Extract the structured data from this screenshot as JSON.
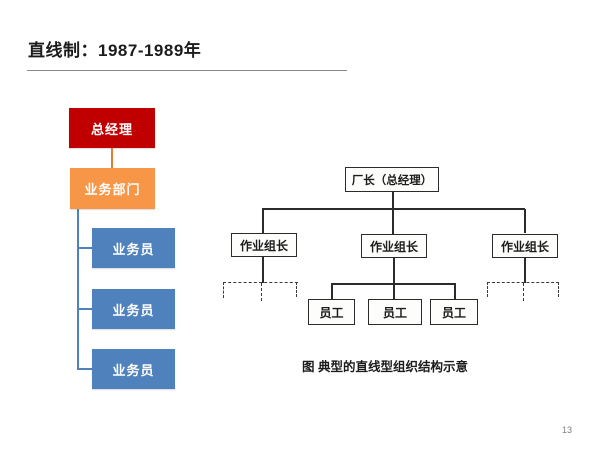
{
  "slide": {
    "title": "直线制：1987-1989年",
    "page_number": "13"
  },
  "org_chart": {
    "root": {
      "label": "总经理",
      "color": "#c00000"
    },
    "department": {
      "label": "业务部门",
      "color": "#f79646"
    },
    "staff": [
      {
        "label": "业务员"
      },
      {
        "label": "业务员"
      },
      {
        "label": "业务员"
      }
    ],
    "staff_color": "#4f81bd",
    "connector_colors": {
      "root_to_department": "#e87d2e",
      "department_to_staff": "#4f81bd"
    }
  },
  "figure": {
    "root_label": "厂长（总经理）",
    "leader_labels": [
      "作业组长",
      "作业组长",
      "作业组长"
    ],
    "employee_labels": [
      "员工",
      "员工",
      "员工"
    ],
    "caption": "图 典型的直线型组织结构示意",
    "line_color": "#2b2b2b",
    "dashed_branches": "left and right leader subtrees shown dashed (omitted employees)"
  },
  "colors": {
    "background": "#ffffff",
    "title_text": "#1c1c1c",
    "title_rule": "#8a8a8a",
    "page_number_text": "#808080"
  }
}
